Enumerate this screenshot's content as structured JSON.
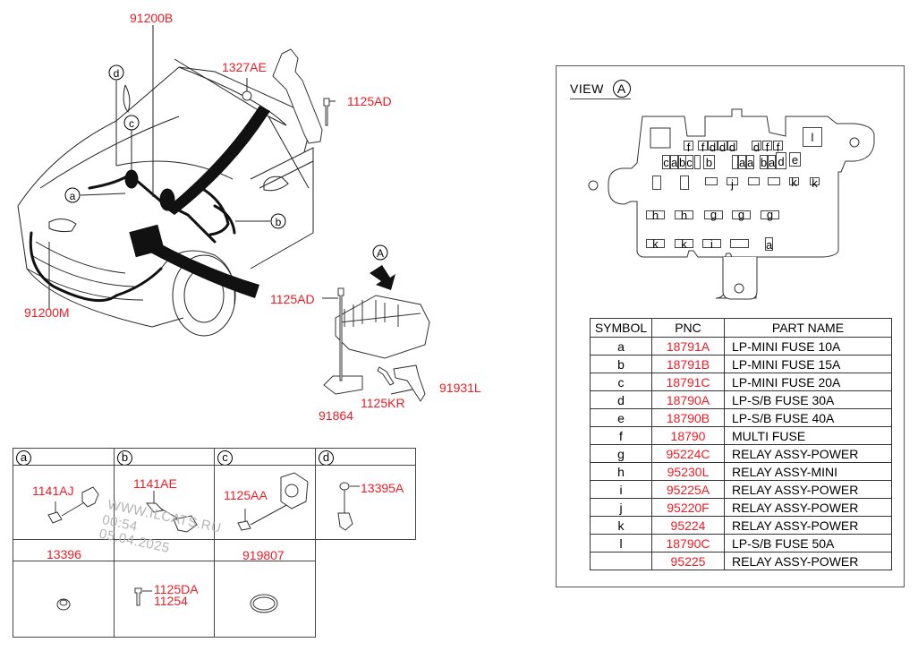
{
  "diagram": {
    "callouts": {
      "harness_main": "91200B",
      "harness_front": "91200M",
      "nut_top": "1327AE",
      "bolt_bracket": "1125AD",
      "bolt_fusebox": "1125AD",
      "fusebox_bracket_left": "91864",
      "fusebox_bolt": "1125KR",
      "fusebox_bracket_right": "91931L"
    },
    "detail_markers": [
      "a",
      "b",
      "c",
      "d"
    ],
    "view_marker": "A"
  },
  "view_panel": {
    "title": "VIEW",
    "marker": "A",
    "slots": {
      "row1": [
        "f",
        "f",
        "d",
        "d",
        "d",
        "d",
        "f",
        "f"
      ],
      "row2": [
        "c",
        "a",
        "b",
        "c",
        "",
        "b",
        "",
        "a",
        "a",
        "b",
        "a",
        "d",
        "e"
      ],
      "row3": [
        "",
        "",
        "",
        "j",
        "",
        "",
        "k",
        "k"
      ],
      "row4": [
        "h",
        "h",
        "g",
        "g",
        "g"
      ],
      "row5": [
        "k",
        "k",
        "i",
        "",
        "a"
      ],
      "large": "l"
    }
  },
  "parts_table": {
    "headers": {
      "symbol": "SYMBOL",
      "pnc": "PNC",
      "name": "PART NAME"
    },
    "rows": [
      {
        "symbol": "a",
        "pnc": "18791A",
        "name": "LP-MINI FUSE 10A"
      },
      {
        "symbol": "b",
        "pnc": "18791B",
        "name": "LP-MINI FUSE 15A"
      },
      {
        "symbol": "c",
        "pnc": "18791C",
        "name": "LP-MINI FUSE 20A"
      },
      {
        "symbol": "d",
        "pnc": "18790A",
        "name": "LP-S/B FUSE 30A"
      },
      {
        "symbol": "e",
        "pnc": "18790B",
        "name": "LP-S/B FUSE 40A"
      },
      {
        "symbol": "f",
        "pnc": "18790",
        "name": "MULTI FUSE"
      },
      {
        "symbol": "g",
        "pnc": "95224C",
        "name": "RELAY ASSY-POWER"
      },
      {
        "symbol": "h",
        "pnc": "95230L",
        "name": "RELAY ASSY-MINI"
      },
      {
        "symbol": "i",
        "pnc": "95225A",
        "name": "RELAY ASSY-POWER"
      },
      {
        "symbol": "j",
        "pnc": "95220F",
        "name": "RELAY ASSY-POWER"
      },
      {
        "symbol": "k",
        "pnc": "95224",
        "name": "RELAY ASSY-POWER"
      },
      {
        "symbol": "l",
        "pnc": "18790C",
        "name": "LP-S/B FUSE 50A"
      },
      {
        "symbol": "",
        "pnc": "95225",
        "name": "RELAY ASSY-POWER"
      }
    ]
  },
  "detail_grid": {
    "headers": [
      "a",
      "b",
      "c",
      "d"
    ],
    "details": {
      "a": "1141AJ",
      "b": "1141AE",
      "c": "1125AA",
      "d": "13395A"
    },
    "row2_labels": [
      "13396",
      "",
      "919807"
    ],
    "row3": {
      "b_line1": "1125DA",
      "b_line2": "11254"
    }
  },
  "watermark": {
    "line1": "WWW.ILCATS.RU",
    "line2": "00:54 05.04.2025"
  }
}
